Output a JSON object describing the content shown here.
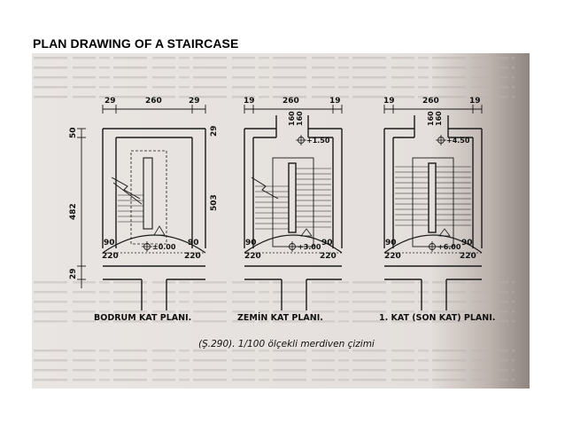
{
  "slide": {
    "title": "PLAN DRAWING OF A STAIRCASE"
  },
  "plans": [
    {
      "top_dims": [
        "29",
        "260",
        "29"
      ],
      "side_dims": [
        "50",
        "482",
        "29"
      ],
      "inner_dims": [
        "29",
        "503"
      ],
      "landing_dims": [
        "90",
        "220",
        "90",
        "220"
      ],
      "level": "±0.00",
      "caption": "BODRUM KAT PLANI."
    },
    {
      "top_dims": [
        "19",
        "260",
        "19"
      ],
      "stack_dims": [
        "160",
        "160"
      ],
      "landing_dims": [
        "90",
        "220",
        "90",
        "220"
      ],
      "upper_level": "+1.50",
      "level": "+3.00",
      "caption": "ZEMİN KAT PLANI."
    },
    {
      "top_dims": [
        "19",
        "260",
        "19"
      ],
      "stack_dims": [
        "160",
        "160"
      ],
      "landing_dims": [
        "90",
        "220",
        "90",
        "220"
      ],
      "upper_level": "+4.50",
      "level": "+6.00",
      "caption": "1. KAT (SON KAT) PLANI."
    }
  ],
  "figure_caption": "(Ş.290). 1/100 ölçekli merdiven çizimi"
}
